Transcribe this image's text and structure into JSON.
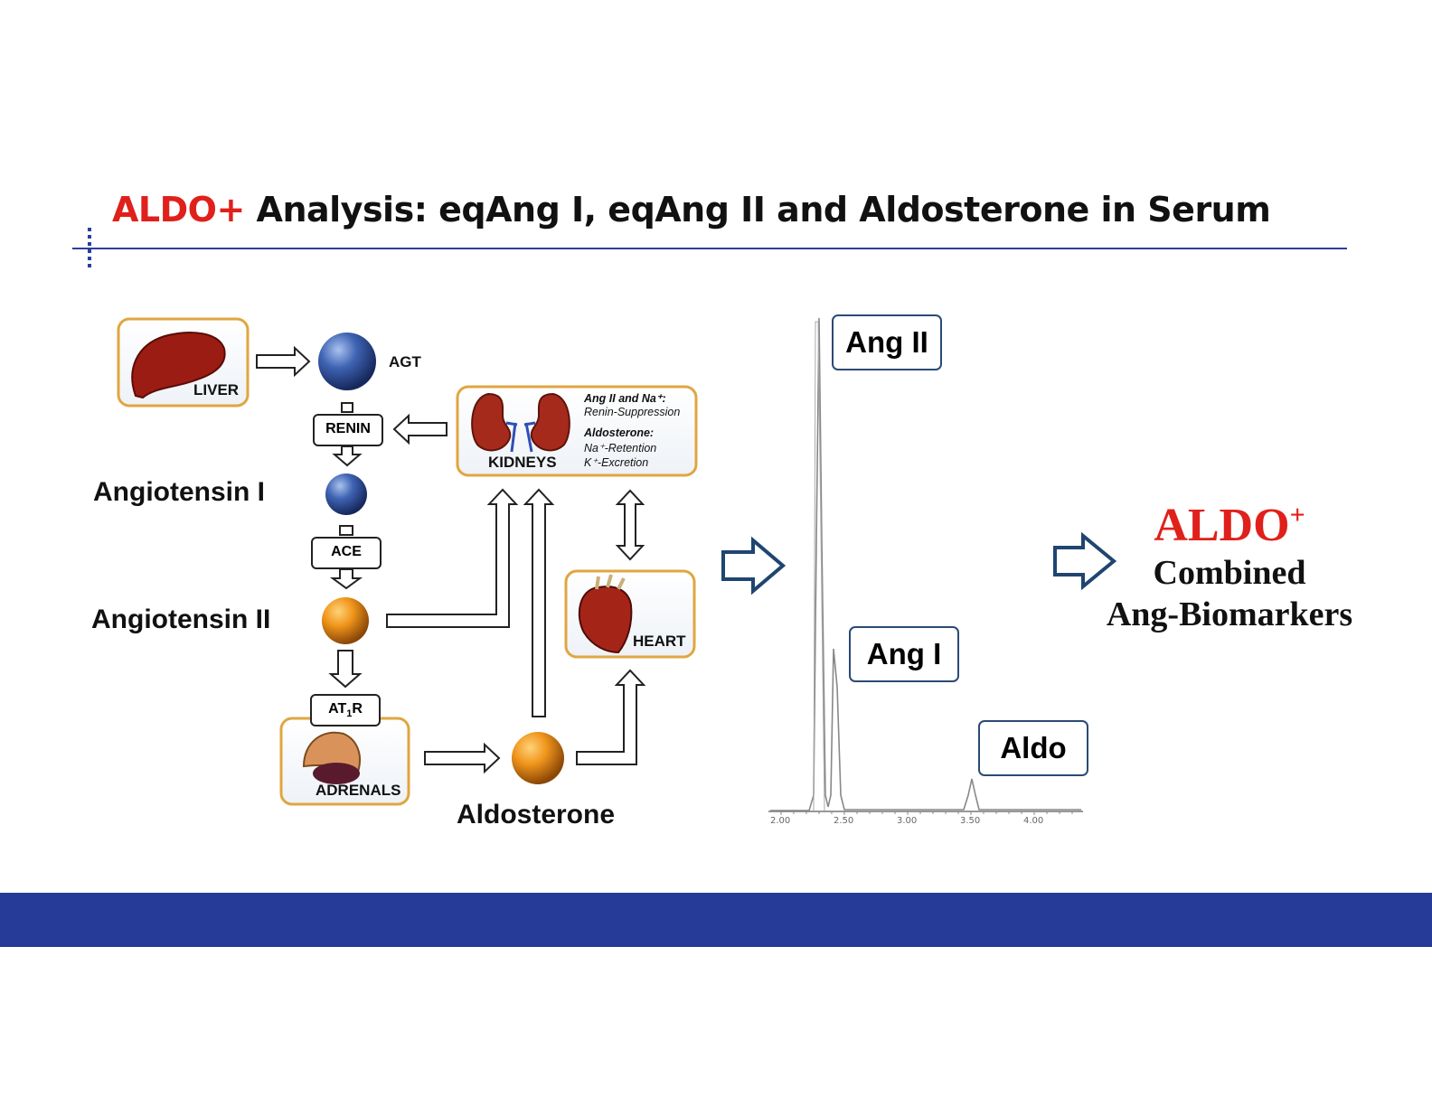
{
  "header": {
    "title_prefix": "ALDO+",
    "title_rest": " Analysis: eqAng I, eqAng II and Aldosterone in Serum"
  },
  "pathway": {
    "liver": "LIVER",
    "agt": "AGT",
    "renin": "RENIN",
    "angiotensin_1": "Angiotensin I",
    "ace": "ACE",
    "angiotensin_2": "Angiotensin II",
    "at1r_main": "AT",
    "at1r_sub": "1",
    "at1r_end": "R",
    "adrenals": "ADRENALS",
    "aldosterone": "Aldosterone",
    "kidneys": "KIDNEYS",
    "heart": "HEART",
    "kidney_note_1": "Ang II and Na⁺:",
    "kidney_note_2": "Renin-Suppression",
    "kidney_note_3": "Aldosterone:",
    "kidney_note_4": "Na⁺-Retention",
    "kidney_note_5": "K⁺-Excretion"
  },
  "chromatogram": {
    "peaks": [
      "Ang II",
      "Ang I",
      "Aldo"
    ],
    "x_ticks": [
      "2.00",
      "2.50",
      "3.00",
      "3.50",
      "4.00"
    ]
  },
  "result": {
    "brand": "ALDO",
    "brand_sup": "+",
    "line1": "Combined",
    "line2": "Ang-Biomarkers"
  },
  "colors": {
    "accent_red": "#e0201b",
    "brand_blue": "#263b98",
    "organ_border": "#e0a640",
    "arrow_navy": "#1f4570"
  }
}
